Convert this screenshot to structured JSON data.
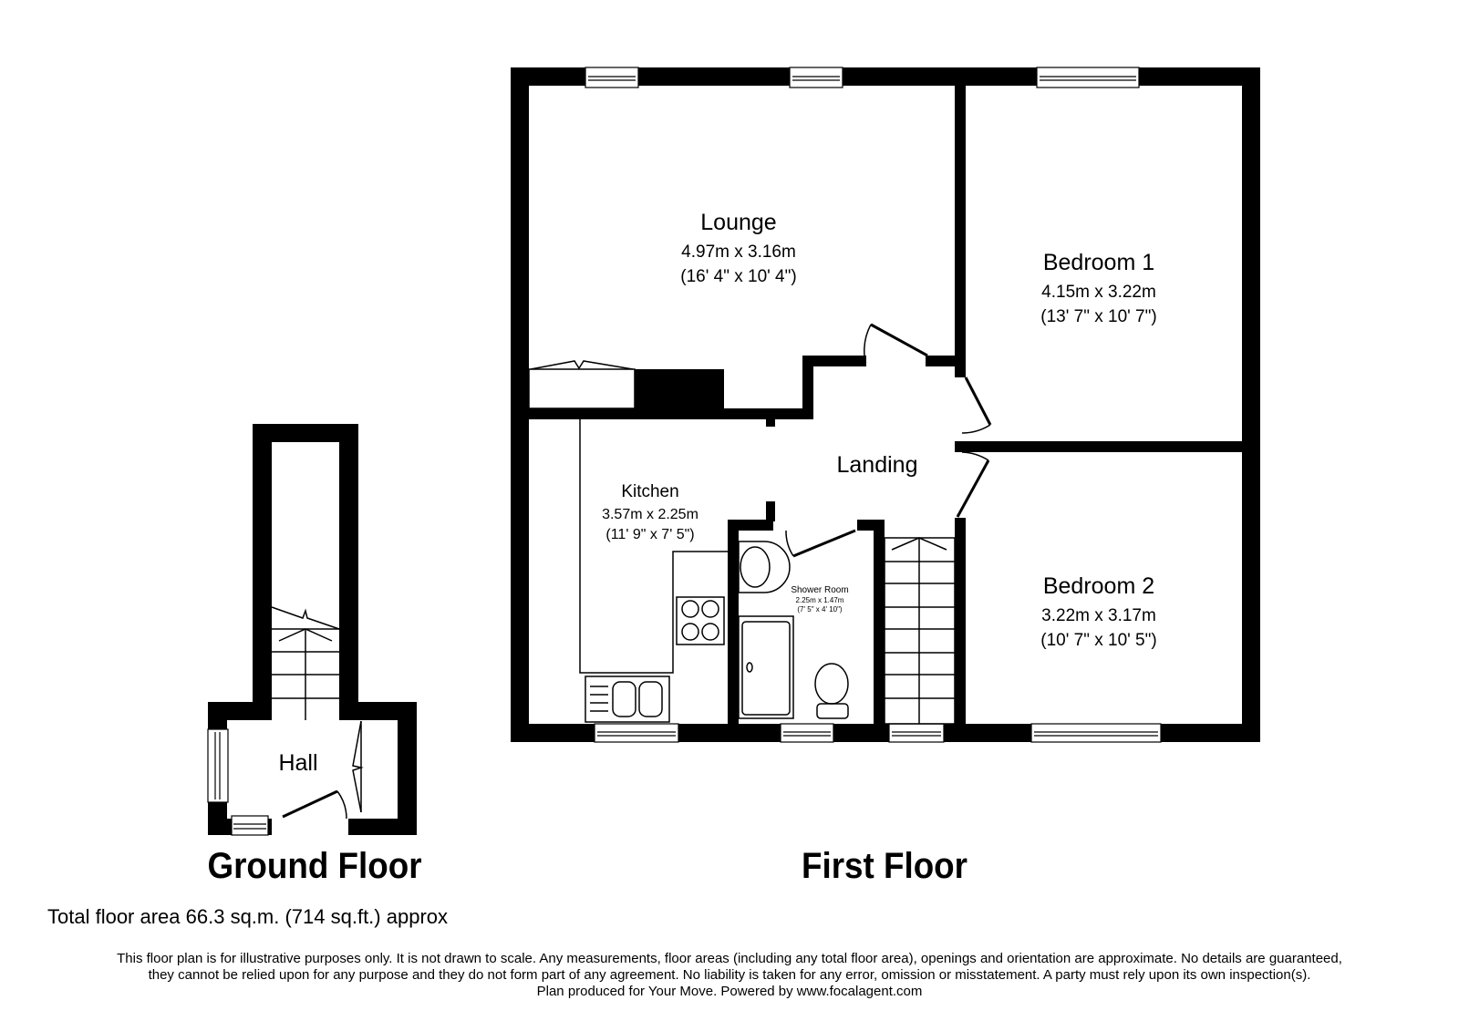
{
  "plan": {
    "floors": [
      {
        "name": "Ground Floor",
        "rooms": [
          {
            "name": "Hall",
            "dims_metric": "",
            "dims_imperial": ""
          }
        ]
      },
      {
        "name": "First Floor",
        "rooms": [
          {
            "name": "Lounge",
            "dims_metric": "4.97m x 3.16m",
            "dims_imperial": "(16' 4\" x 10' 4\")"
          },
          {
            "name": "Bedroom 1",
            "dims_metric": "4.15m x 3.22m",
            "dims_imperial": "(13' 7\" x 10' 7\")"
          },
          {
            "name": "Landing",
            "dims_metric": "",
            "dims_imperial": ""
          },
          {
            "name": "Kitchen",
            "dims_metric": "3.57m x 2.25m",
            "dims_imperial": "(11' 9\" x 7' 5\")"
          },
          {
            "name": "Shower Room",
            "dims_metric": "2.25m x 1.47m",
            "dims_imperial": "(7' 5\" x 4' 10\")"
          },
          {
            "name": "Bedroom 2",
            "dims_metric": "3.22m x 3.17m",
            "dims_imperial": "(10' 7\" x 10' 5\")"
          }
        ]
      }
    ],
    "total_area": "Total floor area 66.3 sq.m. (714 sq.ft.) approx",
    "disclaimer": [
      "This floor plan is for illustrative purposes only. It is not drawn to scale. Any measurements, floor areas (including any total floor area), openings and orientation are approximate. No details are guaranteed,",
      "they cannot be relied upon for any purpose and they do not form part of any agreement. No liability is taken for any error, omission or misstatement. A party must rely upon its own inspection(s).",
      "Plan produced for Your Move. Powered by www.focalagent.com"
    ],
    "colors": {
      "wall": "#000000",
      "background": "#ffffff"
    }
  }
}
